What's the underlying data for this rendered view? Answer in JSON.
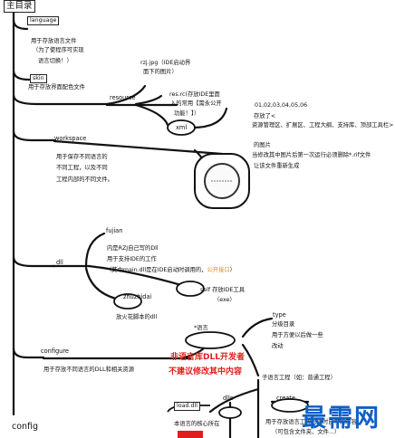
{
  "root": {
    "top_label": "主目录",
    "bottom_label": "config"
  },
  "language": {
    "name": "language",
    "desc": [
      "用于存放语言文件",
      "（为了使程序可实现",
      "语言切换！）"
    ]
  },
  "skin": {
    "name": "skin",
    "desc": "用于存放界面配色文件"
  },
  "resource": {
    "name": "resource",
    "rzj_lines": [
      "rzj.jpg（IDE启动界",
      "面下的图片）"
    ],
    "resrc_lines": [
      "res.rc(存放IDE里面",
      "入的常用【需永公开",
      "功能！】）"
    ],
    "xml_label": "xml",
    "nums": "01,02,03,04,05,06",
    "right_lines": [
      "存放了<",
      "资源管理区、扩展区、工程大纲、支持库、顶部工具栏>",
      "的图片",
      "当修改其中图片后第一次运行必须删除*.rif文件",
      "让该文件重新生成"
    ]
  },
  "workspace": {
    "name": "workspace",
    "desc": [
      "用于保存不同语言的",
      "不同工程，以及不同",
      "工程内部的不同文件。"
    ]
  },
  "dll": {
    "name": "dll",
    "fujian": "fujian",
    "fujian_lines": [
      "内是RZJ自己写的Dll",
      "用于支持IDE的工作"
    ],
    "main_line_prefix": "（其中main.dll是在IDE启动时调用的，",
    "main_line_highlight": "公开接口",
    "main_line_suffix": "）",
    "self_lines": [
      "self 存放IDE工具",
      "（exe）"
    ],
    "zhuzhidai": "zhuzhidai",
    "zhuzhidai_desc": "放火花脚本的dll"
  },
  "configure": {
    "name": "configure",
    "desc": "用于存放不同语言的DLL和相关资源",
    "lang_label": "*语言",
    "red1": "非语言库DLL开发者",
    "red2": "不建议修改其中内容",
    "type": "type",
    "type_lines": [
      "分级目录",
      "用于方便以后做一些",
      "改动"
    ],
    "sub": "子语言工程（如：普通工程）",
    "load_dll": "load.dll",
    "load_lines": [
      "本语言的核心所在"
    ],
    "dlls": "dlls",
    "create": "create",
    "create_lines": [
      "用于存放语言工程创建时自带的内容",
      "（可包含文件夹、文件...）"
    ]
  },
  "watermark": "最需网"
}
